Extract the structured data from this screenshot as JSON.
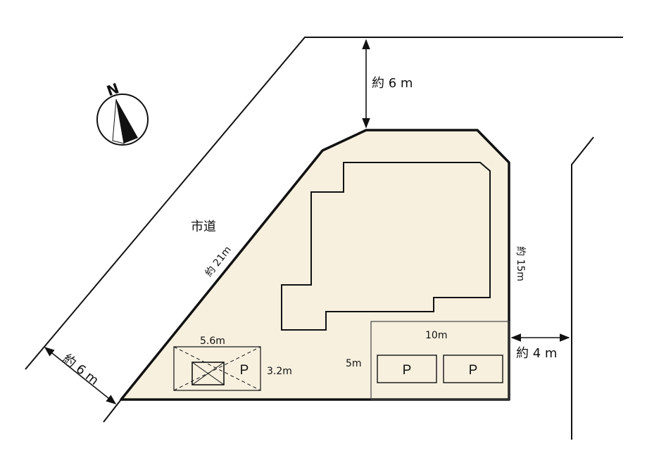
{
  "labels": {
    "road_name": "市道",
    "frontage": "約 21m",
    "road_width_diag": "約 6 m",
    "road_width_top": "約 6 m",
    "side_depth": "約 15m",
    "road_width_right": "約 4 m",
    "parking_a_width": "5.6m",
    "parking_a_depth": "3.2m",
    "parking_b_width": "10m",
    "parking_b_depth": "5m",
    "parking_mark": "P",
    "north_mark": "N"
  },
  "colors": {
    "lot_fill": "#f7f0df",
    "line": "#111111"
  }
}
